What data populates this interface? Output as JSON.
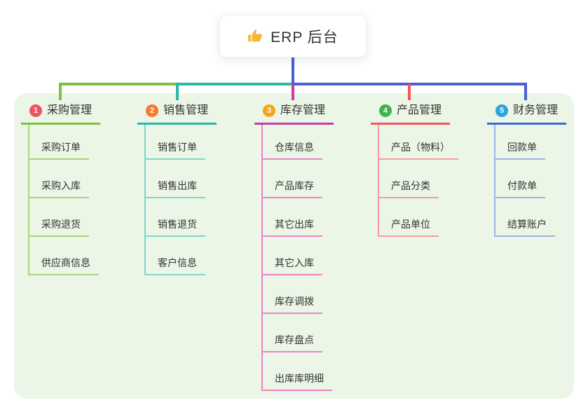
{
  "root": {
    "title": "ERP 后台",
    "icon": "thumbs-up",
    "icon_color": "#f5b83d",
    "line_color": "#4a5fd2"
  },
  "canvas": {
    "panel_bg": "#ebf6e6",
    "background": "#ffffff"
  },
  "branches": [
    {
      "index": "1",
      "label": "采购管理",
      "badge_color": "#f0535f",
      "line_color": "#7fbf3f",
      "item_line_color": "#aad47f",
      "items": [
        "采购订单",
        "采购入库",
        "采购退货",
        "供应商信息"
      ]
    },
    {
      "index": "2",
      "label": "销售管理",
      "badge_color": "#f6792f",
      "line_color": "#29b9a8",
      "item_line_color": "#7fd6c9",
      "items": [
        "销售订单",
        "销售出库",
        "销售退货",
        "客户信息"
      ]
    },
    {
      "index": "3",
      "label": "库存管理",
      "badge_color": "#f8a41b",
      "line_color": "#c83ba5",
      "item_line_color": "#ef82cb",
      "items": [
        "仓库信息",
        "产品库存",
        "其它出库",
        "其它入库",
        "库存调拨",
        "库存盘点",
        "出库库明细"
      ]
    },
    {
      "index": "4",
      "label": "产品管理",
      "badge_color": "#3cb54e",
      "line_color": "#f4555e",
      "item_line_color": "#f99ba1",
      "items": [
        "产品（物料）",
        "产品分类",
        "产品单位"
      ]
    },
    {
      "index": "5",
      "label": "财务管理",
      "badge_color": "#2aa5dd",
      "line_color": "#3e68d8",
      "item_line_color": "#9db4e8",
      "items": [
        "回款单",
        "付款单",
        "结算账户"
      ]
    }
  ]
}
